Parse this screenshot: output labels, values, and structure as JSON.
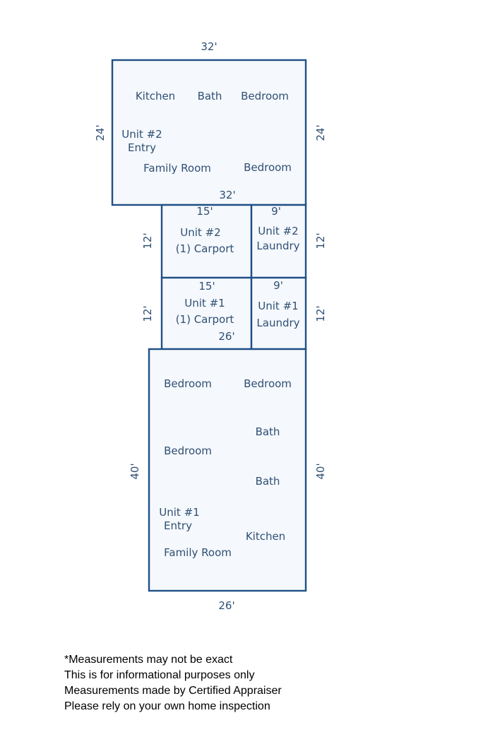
{
  "dimensions": {
    "upper_top": "32'",
    "upper_left": "24'",
    "upper_right": "24'",
    "upper_inner_bottom": "32'",
    "u2_carport_width": "15'",
    "u2_laundry_width": "9'",
    "u2_left_height": "12'",
    "u2_right_height": "12'",
    "u1_carport_width": "15'",
    "u1_laundry_width": "9'",
    "u1_left_height": "12'",
    "u1_right_height": "12'",
    "lower_inner_top": "26'",
    "lower_left": "40'",
    "lower_right": "40'",
    "lower_bottom": "26'"
  },
  "unit2": {
    "kitchen": "Kitchen",
    "bath": "Bath",
    "bedroom_1": "Bedroom",
    "entry_line1": "Unit #2",
    "entry_line2": "Entry",
    "family_room": "Family Room",
    "bedroom_2": "Bedroom"
  },
  "carport2": {
    "line1": "Unit #2",
    "line2": "(1) Carport"
  },
  "laundry2": {
    "line1": "Unit #2",
    "line2": "Laundry"
  },
  "carport1": {
    "line1": "Unit #1",
    "line2": "(1) Carport"
  },
  "laundry1": {
    "line1": "Unit #1",
    "line2": "Laundry"
  },
  "unit1": {
    "bedroom_1": "Bedroom",
    "bedroom_2": "Bedroom",
    "bath_1": "Bath",
    "bedroom_3": "Bedroom",
    "bath_2": "Bath",
    "entry_line1": "Unit #1",
    "entry_line2": "Entry",
    "kitchen": "Kitchen",
    "family_room": "Family Room"
  },
  "notes": [
    "*Measurements may not be exact",
    "This is for informational purposes only",
    "Measurements made by Certified Appraiser",
    "Please rely on your own home inspection"
  ],
  "colors": {
    "wall": "#1f4f86",
    "fill": "#f5f8fc",
    "text": "#2f4f75"
  }
}
